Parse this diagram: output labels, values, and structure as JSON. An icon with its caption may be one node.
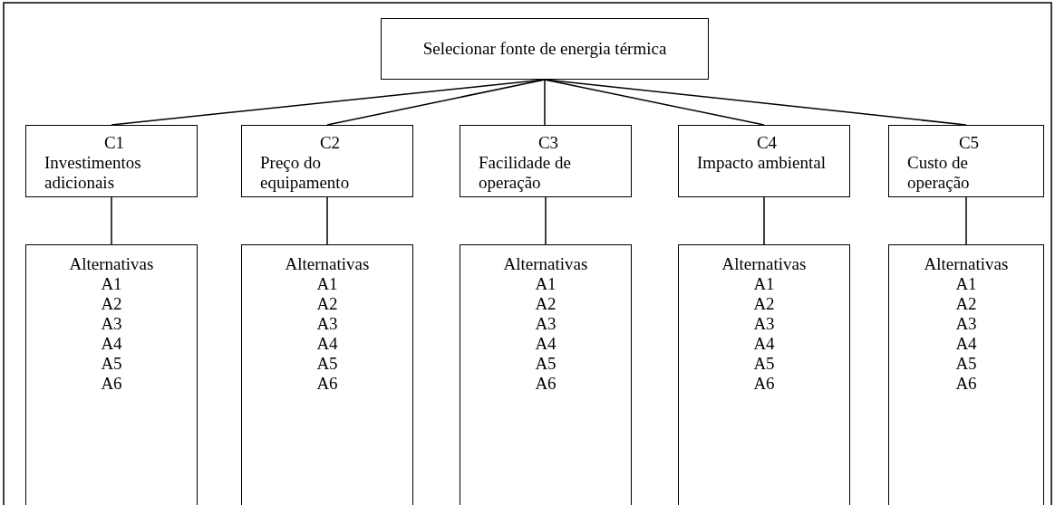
{
  "diagram": {
    "nodes": [
      {
        "text": [
          "Selecionar fonte de energia térmica"
        ]
      },
      {
        "text": [
          "C1",
          "Investimentos adicionais"
        ]
      },
      {
        "text": [
          "C2",
          "Preço do equipamento"
        ]
      },
      {
        "text": [
          "C3",
          "Facilidade de operação"
        ]
      },
      {
        "text": [
          "C4",
          "Impacto ambiental"
        ]
      },
      {
        "text": [
          "C5",
          "Custo de operação"
        ]
      },
      {
        "text": [
          "Alternativas",
          "A1",
          "A2",
          "A3",
          "A4",
          "A5",
          "A6"
        ]
      },
      {
        "text": [
          "Alternativas",
          "A1",
          "A2",
          "A3",
          "A4",
          "A5",
          "A6"
        ]
      },
      {
        "text": [
          "Alternativas",
          "A1",
          "A2",
          "A3",
          "A4",
          "A5",
          "A6"
        ]
      },
      {
        "text": [
          "Alternativas",
          "A1",
          "A2",
          "A3",
          "A4",
          "A5",
          "A6"
        ]
      },
      {
        "text": [
          "Alternativas",
          "A1",
          "A2",
          "A3",
          "A4",
          "A5",
          "A6"
        ]
      }
    ],
    "edges": [
      {
        "from": 0,
        "to": 1,
        "arrow": "none"
      },
      {
        "from": 0,
        "to": 2,
        "arrow": "none"
      },
      {
        "from": 0,
        "to": 3,
        "arrow": "none"
      },
      {
        "from": 0,
        "to": 4,
        "arrow": "none"
      },
      {
        "from": 0,
        "to": 5,
        "arrow": "none"
      },
      {
        "from": 1,
        "to": 6,
        "arrow": "none"
      },
      {
        "from": 2,
        "to": 7,
        "arrow": "none"
      },
      {
        "from": 3,
        "to": 8,
        "arrow": "none"
      },
      {
        "from": 4,
        "to": 9,
        "arrow": "none"
      },
      {
        "from": 5,
        "to": 10,
        "arrow": "none"
      }
    ]
  }
}
